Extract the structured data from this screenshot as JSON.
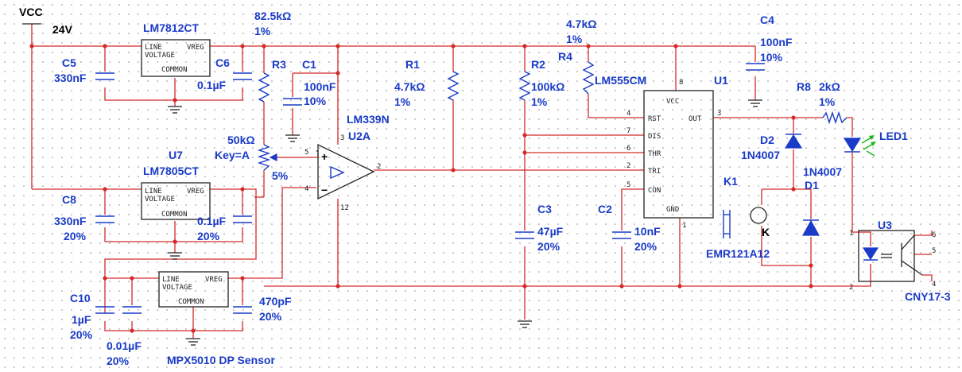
{
  "colors": {
    "wire": "#d42a2a",
    "label": "#1a3bc8",
    "symbol": "#1a3bc8",
    "led_ray": "#16b81a"
  },
  "supply": {
    "name": "VCC",
    "voltage": "24V"
  },
  "components": {
    "U_lm7812": {
      "part": "LM7812CT",
      "pin_line": "LINE",
      "pin_voltage": "VOLTAGE",
      "pin_vreg": "VREG",
      "pin_common": "COMMON"
    },
    "C5": {
      "ref": "C5",
      "value": "330nF"
    },
    "C6": {
      "ref": "C6",
      "value": "0.1µF"
    },
    "U7": {
      "ref": "U7",
      "part": "LM7805CT",
      "pin_line": "LINE",
      "pin_voltage": "VOLTAGE",
      "pin_vreg": "VREG",
      "pin_common": "COMMON"
    },
    "C8": {
      "ref": "C8",
      "value": "330nF",
      "tol": "20%"
    },
    "C7": {
      "value": "0.1µF",
      "tol": "20%"
    },
    "sensor": {
      "part": "MPX5010 DP Sensor",
      "pin_line": "LINE",
      "pin_voltage": "VOLTAGE",
      "pin_vreg": "VREG",
      "pin_common": "COMMON"
    },
    "C10": {
      "ref": "C10",
      "value": "1µF",
      "tol": "20%"
    },
    "C11": {
      "value": "0.01µF",
      "tol": "20%"
    },
    "C12": {
      "value": "470pF",
      "tol": "20%"
    },
    "R3": {
      "ref": "R3",
      "value": "82.5kΩ",
      "tol": "1%"
    },
    "pot": {
      "value": "50kΩ",
      "key": "Key=A",
      "tol": "5%"
    },
    "C1": {
      "ref": "C1",
      "value": "100nF",
      "tol": "10%"
    },
    "U2A": {
      "ref": "U2A",
      "part": "LM339N",
      "pin3": "3",
      "pin12": "12",
      "pin5": "5",
      "pin4": "4",
      "pin2": "2",
      "plus": "+",
      "minus": "−"
    },
    "R1": {
      "ref": "R1",
      "value": "4.7kΩ",
      "tol": "1%"
    },
    "R2": {
      "ref": "R2",
      "value": "100kΩ",
      "tol": "1%"
    },
    "R4": {
      "ref": "R4",
      "value": "4.7kΩ",
      "tol": "1%"
    },
    "U1": {
      "ref": "U1",
      "part": "LM555CM",
      "pin8": "8",
      "pin4": "4",
      "pin7": "7",
      "pin6": "6",
      "pin2": "2",
      "pin5": "5",
      "pin1": "1",
      "pin3": "3",
      "vcc": "VCC",
      "rst": "RST",
      "dis": "DIS",
      "thr": "THR",
      "tri": "TRI",
      "con": "CON",
      "gnd": "GND",
      "out": "OUT"
    },
    "C4": {
      "ref": "C4",
      "value": "100nF",
      "tol": "10%"
    },
    "C3": {
      "ref": "C3",
      "value": "47µF",
      "tol": "20%"
    },
    "C2": {
      "ref": "C2",
      "value": "10nF",
      "tol": "20%"
    },
    "R8": {
      "ref": "R8",
      "value": "2kΩ",
      "tol": "1%"
    },
    "D2": {
      "ref": "D2",
      "part": "1N4007"
    },
    "D1": {
      "ref": "D1",
      "part": "1N4007"
    },
    "K1": {
      "ref": "K1",
      "part": "EMR121A12",
      "coil": "K"
    },
    "LED1": {
      "ref": "LED1"
    },
    "U3": {
      "ref": "U3",
      "part": "CNY17-3",
      "pin1": "1",
      "pin2": "2",
      "pin4": "4",
      "pin5": "5",
      "pin6": "6"
    }
  }
}
